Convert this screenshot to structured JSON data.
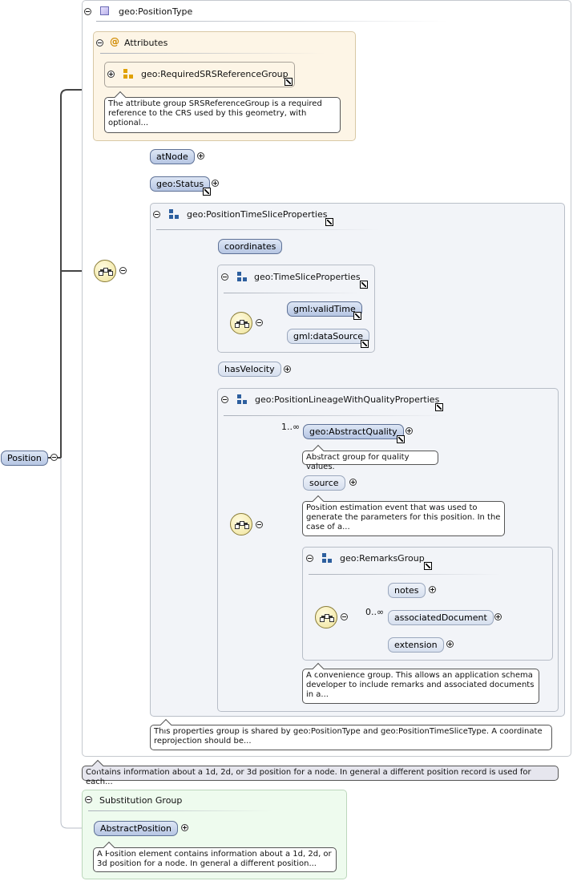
{
  "root": {
    "label": "Position"
  },
  "type": {
    "label": "geo:PositionType"
  },
  "attributes": {
    "header": "Attributes",
    "group_ref": "geo:RequiredSRSReferenceGroup",
    "group_doc": "The attribute group SRSReferenceGroup is a required reference to the CRS used by this geometry, with optional..."
  },
  "elements": {
    "atNode": "atNode",
    "status": "geo:Status",
    "coordinates": "coordinates",
    "hasVelocity": "hasVelocity",
    "validTime": "gml:validTime",
    "dataSource": "gml:dataSource",
    "abstractQuality": "geo:AbstractQuality",
    "source": "source",
    "notes": "notes",
    "associatedDocument": "associatedDocument",
    "extension": "extension",
    "abstractPosition": "AbstractPosition"
  },
  "groups": {
    "positionTimeSlice": "geo:PositionTimeSliceProperties",
    "timeSlice": "geo:TimeSliceProperties",
    "lineage": "geo:PositionLineageWithQualityProperties",
    "remarks": "geo:RemarksGroup"
  },
  "occurrences": {
    "abstractQuality": "1..∞",
    "associatedDocument": "0..∞"
  },
  "docs": {
    "abstractQuality": "Abstract group for quality values.",
    "source": "Position estimation event that was used to generate the parameters for this position. In the case of a...",
    "remarks": "A convenience group. This allows an application schema developer to include remarks and associated documents in a...",
    "positionTimeSlice": "This properties group is shared by geo:PositionType and geo:PositionTimeSliceType. A coordinate reprojection should be...",
    "type": "Contains information about a 1d, 2d, or 3d position for a node. In general a different position record is used for each...",
    "abstractPosition": "A Position element contains information about a 1d, 2d, or 3d position for a node. In general a different position..."
  },
  "substitution": {
    "header": "Substitution Group"
  },
  "colors": {
    "element_fill": "#c3d1ea",
    "attribute_panel": "#fdf5e6",
    "substitution_panel": "#eefbee",
    "sequence_fill": "#f5ecb4"
  }
}
